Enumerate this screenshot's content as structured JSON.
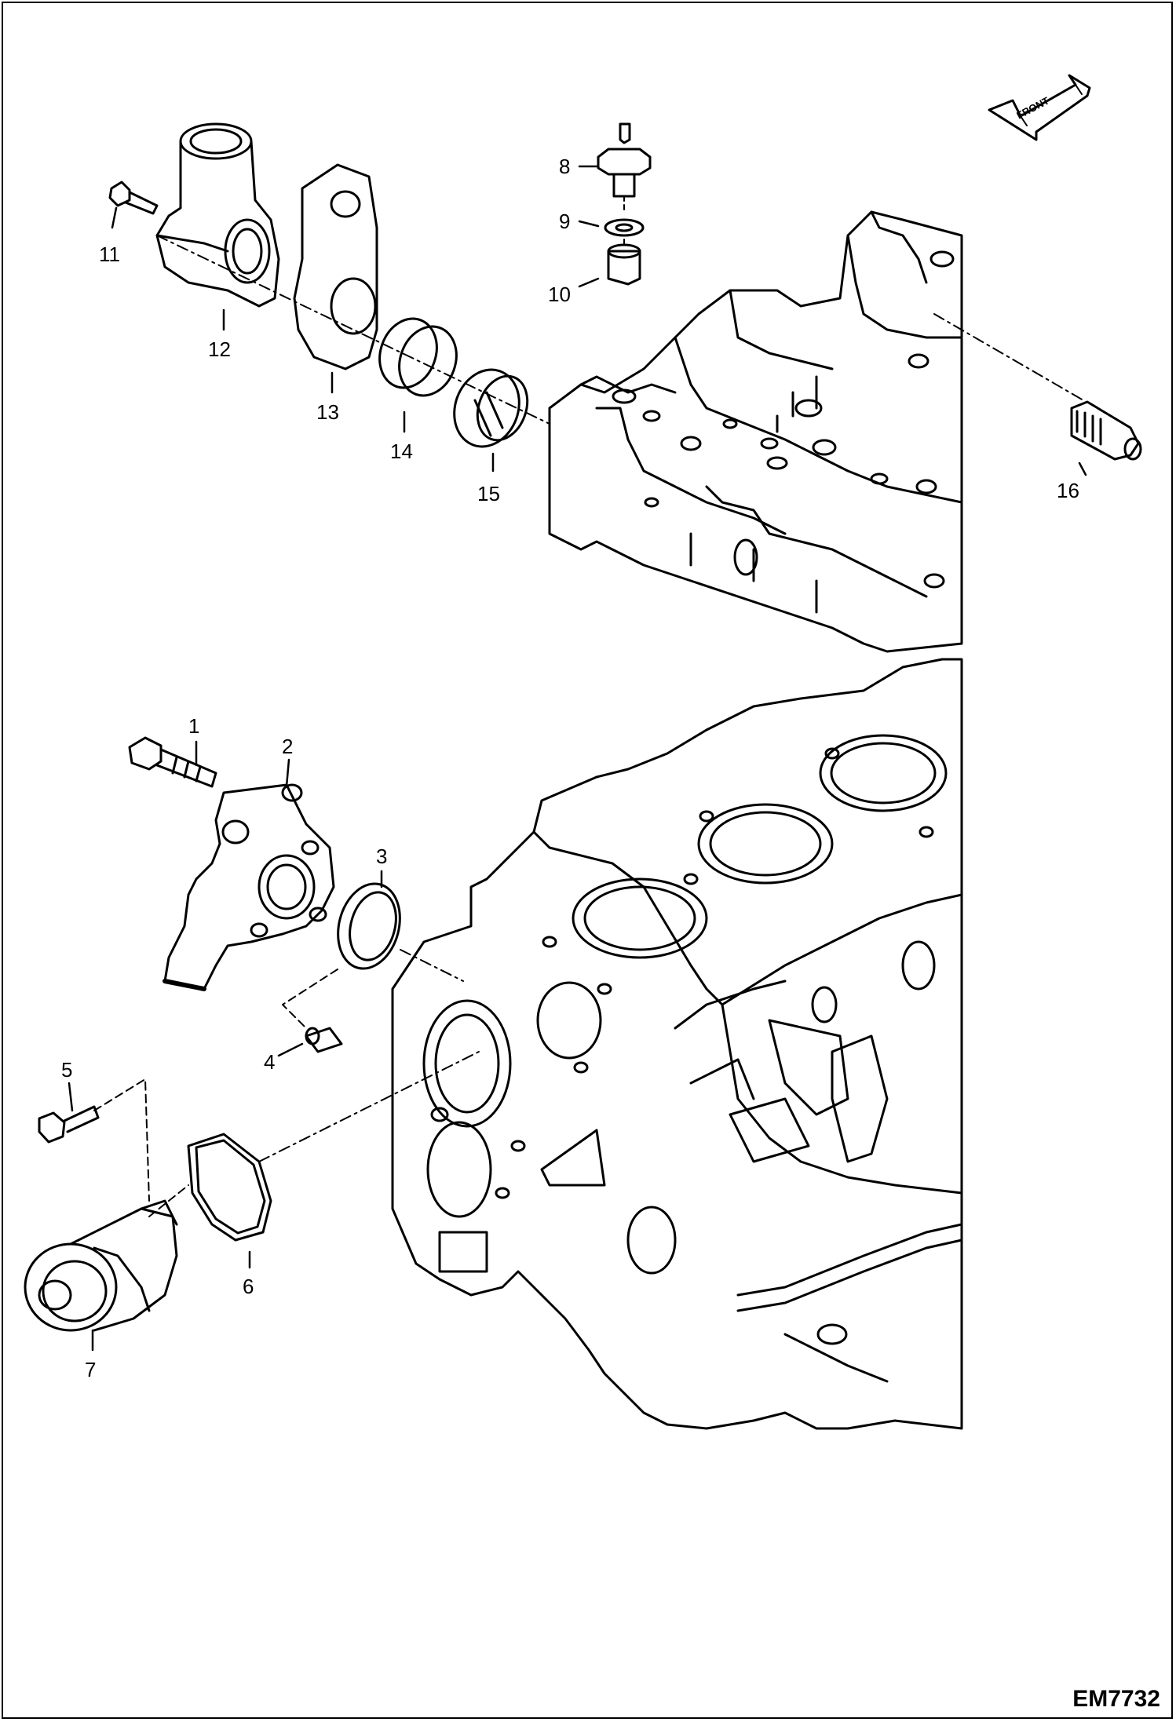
{
  "diagram": {
    "code": "EM7732",
    "front_arrow_label": "FRONT",
    "callouts": {
      "c1": "1",
      "c2": "2",
      "c3": "3",
      "c4": "4",
      "c5": "5",
      "c6": "6",
      "c7": "7",
      "c8": "8",
      "c9": "9",
      "c10": "10",
      "c11": "11",
      "c12": "12",
      "c13": "13",
      "c14": "14",
      "c15": "15",
      "c16": "16"
    }
  }
}
